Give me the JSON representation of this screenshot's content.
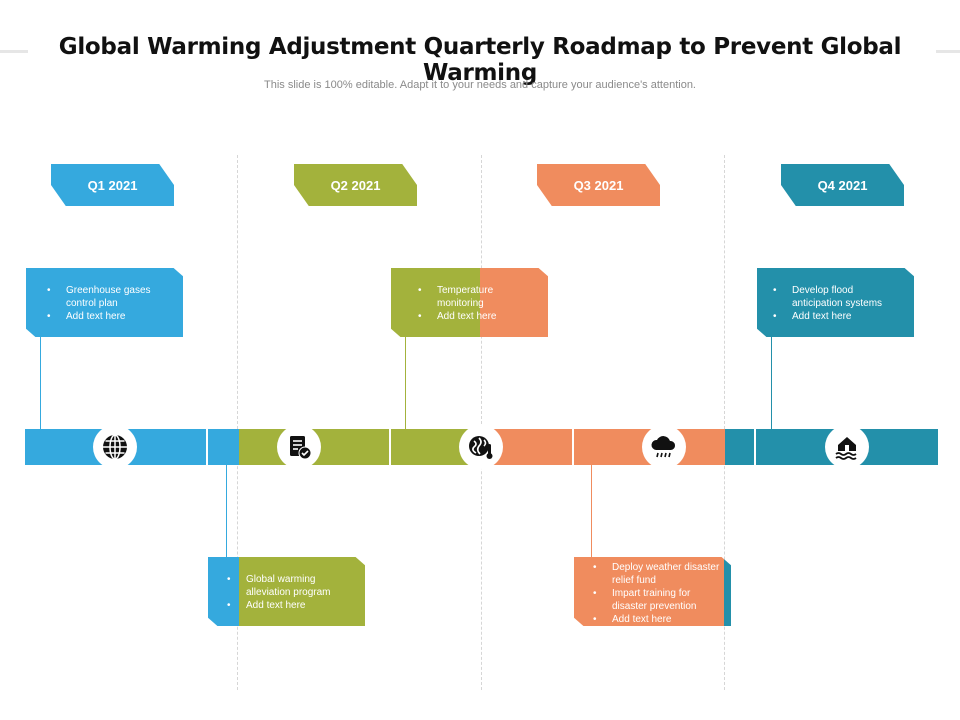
{
  "title": "Global Warming Adjustment Quarterly Roadmap to Prevent Global Warming",
  "subtitle": "This slide is 100% editable. Adapt it to your needs and capture your audience's attention.",
  "colors": {
    "blue": "#35a9de",
    "green": "#a3b23c",
    "orange": "#f08c5e",
    "teal": "#2390aa"
  },
  "quarters": [
    {
      "label": "Q1 2021",
      "color": "#35a9de"
    },
    {
      "label": "Q2 2021",
      "color": "#a3b23c"
    },
    {
      "label": "Q3 2021",
      "color": "#f08c5e"
    },
    {
      "label": "Q4 2021",
      "color": "#2390aa"
    }
  ],
  "icons": [
    "globe-icon",
    "checklist-icon",
    "heat-thermometer-icon",
    "rain-cloud-icon",
    "flooded-house-icon"
  ],
  "boxes": {
    "q1": {
      "items": [
        "Greenhouse gases control plan",
        "Add text here"
      ]
    },
    "q2": {
      "items": [
        "Global warming alleviation program",
        "Add text here"
      ]
    },
    "q3a": {
      "items": [
        "Temperature monitoring",
        "Add text here"
      ]
    },
    "q3b": {
      "items": [
        "Deploy weather disaster relief fund",
        "Impart training for disaster prevention",
        "Add text here"
      ]
    },
    "q4": {
      "items": [
        "Develop flood anticipation systems",
        "Add text here"
      ]
    }
  }
}
